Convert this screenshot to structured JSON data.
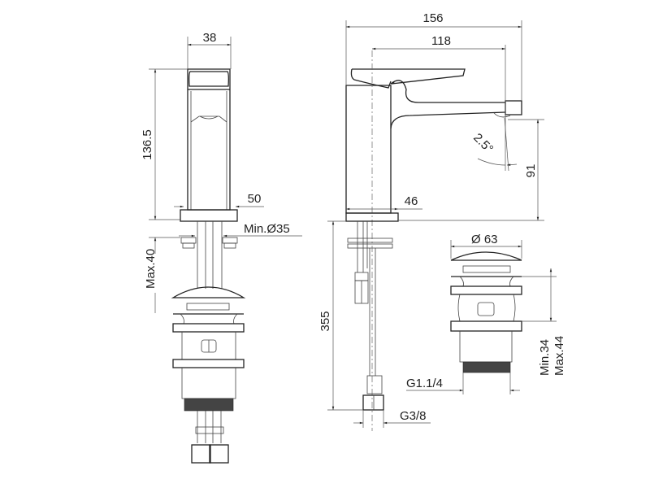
{
  "drawing": {
    "front_view": {
      "width_label": "38",
      "height_label": "136.5",
      "base_label": "50",
      "hole_label": "Min.Ø35",
      "deck_label": "Max.40"
    },
    "side_view": {
      "overall_length_label": "156",
      "reach_label": "118",
      "angle_label": "2.5°",
      "spout_height_label": "91",
      "base_label": "46",
      "hose_length_label": "355",
      "hose_thread_label": "G3/8"
    },
    "waste_view": {
      "diameter_label": "Ø 63",
      "thread_label": "G1.1/4",
      "min_label": "Min.34",
      "max_label": "Max.44"
    }
  }
}
